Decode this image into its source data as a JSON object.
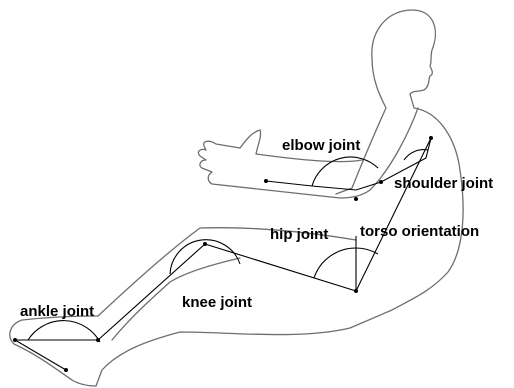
{
  "labels": {
    "elbow": "elbow joint",
    "shoulder": "shoulder joint",
    "hip": "hip joint",
    "torso": "torso orientation",
    "ankle": "ankle joint",
    "knee": "knee joint"
  }
}
